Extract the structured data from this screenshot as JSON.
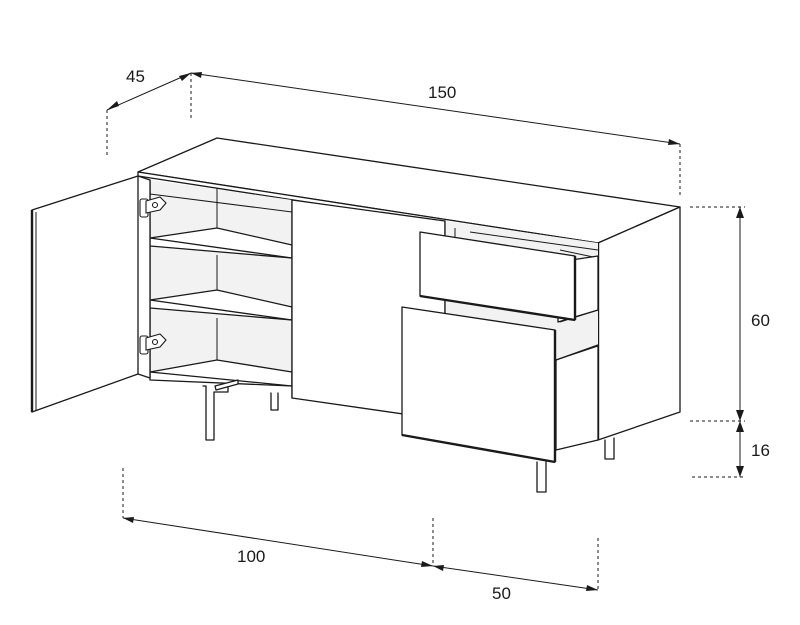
{
  "dimensions": {
    "depth": "45",
    "width": "150",
    "height": "60",
    "leg_height": "16",
    "left_section_width": "100",
    "right_section_width": "50"
  }
}
